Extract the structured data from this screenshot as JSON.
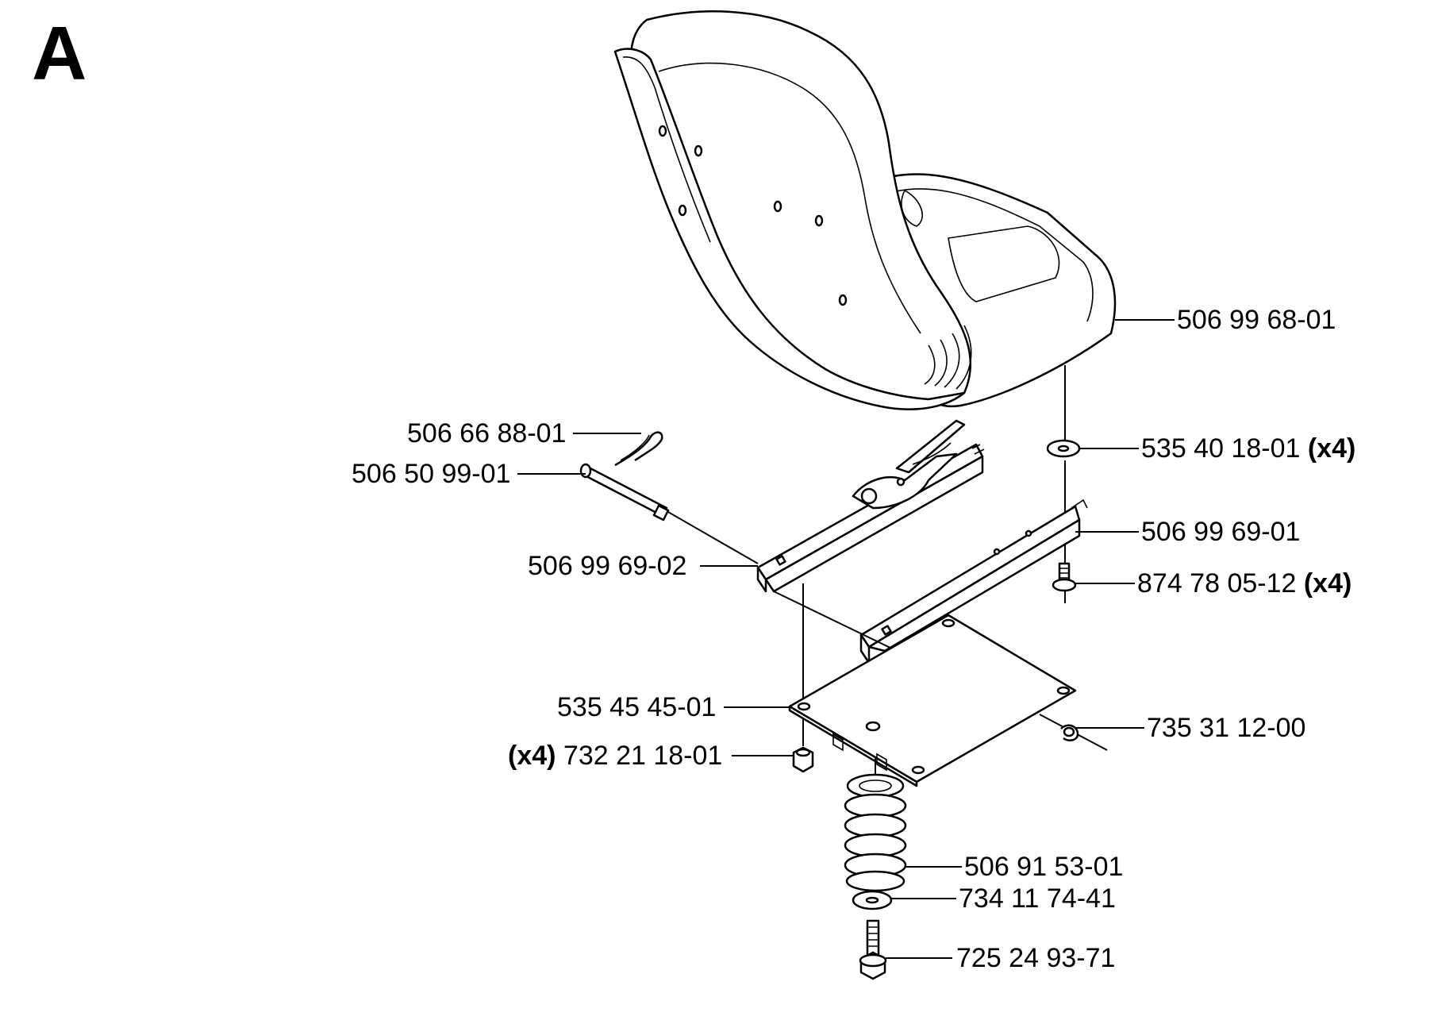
{
  "section": {
    "letter": "A"
  },
  "parts": {
    "seat": {
      "number": "506 99 68-01",
      "qty": ""
    },
    "seat_washer": {
      "number": "535 40 18-01",
      "qty": "(x4)"
    },
    "right_slide": {
      "number": "506 99 69-01",
      "qty": ""
    },
    "slide_screw": {
      "number": "874 78 05-12",
      "qty": "(x4)"
    },
    "hair_pin": {
      "number": "506 66 88-01",
      "qty": ""
    },
    "pivot_pin": {
      "number": "506 50 99-01",
      "qty": ""
    },
    "left_slide": {
      "number": "506 99 69-02",
      "qty": ""
    },
    "seat_plate": {
      "number": "535 45 45-01",
      "qty": ""
    },
    "plate_nut": {
      "number": "732 21 18-01",
      "qty": "(x4)"
    },
    "plate_clip": {
      "number": "735 31 12-00",
      "qty": ""
    },
    "spring": {
      "number": "506 91 53-01",
      "qty": ""
    },
    "spring_washer": {
      "number": "734 11 74-41",
      "qty": ""
    },
    "spring_bolt": {
      "number": "725 24 93-71",
      "qty": ""
    }
  }
}
